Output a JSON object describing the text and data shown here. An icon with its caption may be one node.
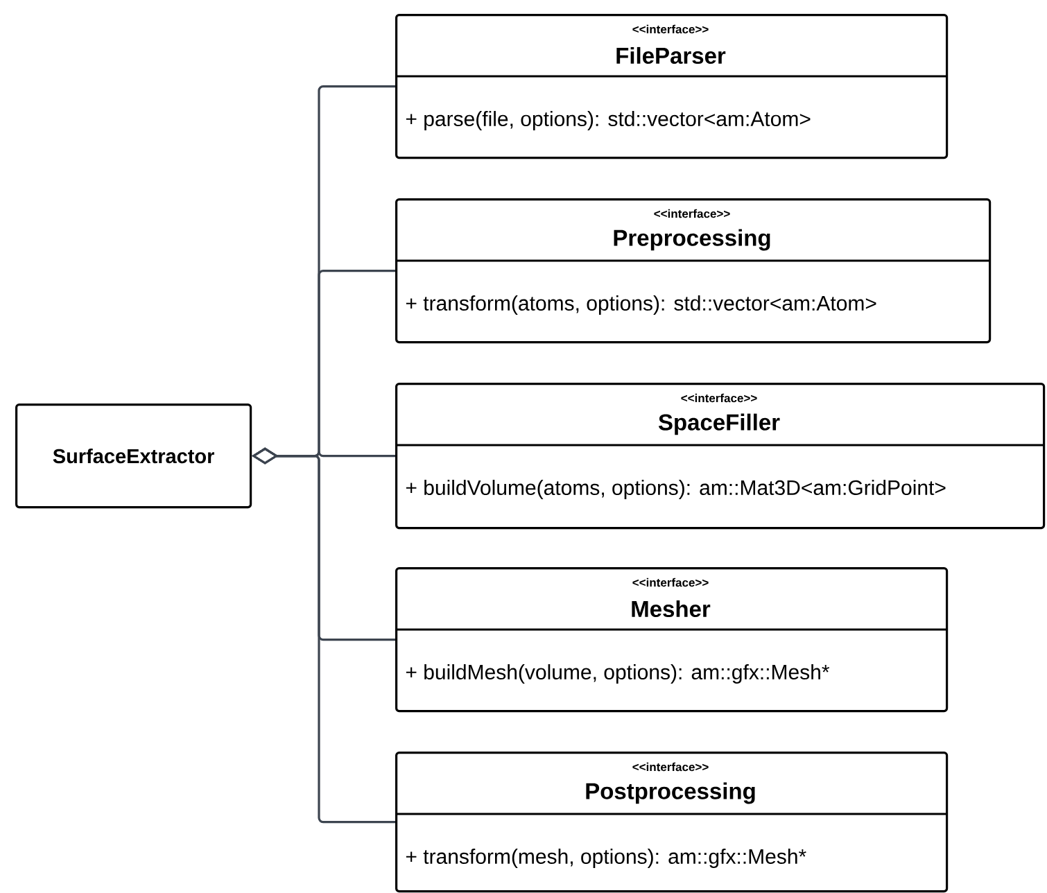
{
  "diagram": {
    "nodes": [
      {
        "text": [
          "SurfaceExtractor"
        ]
      },
      {
        "text": [
          "<<interface>>",
          "FileParser",
          "+ parse(file, options): std::vector<am:Atom>"
        ]
      },
      {
        "text": [
          "<<interface>>",
          "Preprocessing",
          "+ transform(atoms, options): std::vector<am:Atom>"
        ]
      },
      {
        "text": [
          "<<interface>>",
          "SpaceFiller",
          "+ buildVolume(atoms, options): am::Mat3D<am:GridPoint>"
        ]
      },
      {
        "text": [
          "<<interface>>",
          "Mesher",
          "+ buildMesh(volume, options): am::gfx::Mesh*"
        ]
      },
      {
        "text": [
          "<<interface>>",
          "Postprocessing",
          "+ transform(mesh, options): am::gfx::Mesh*"
        ]
      }
    ],
    "edges": [
      {
        "from": 0,
        "to": 1,
        "arrow": "other"
      },
      {
        "from": 0,
        "to": 2,
        "arrow": "other"
      },
      {
        "from": 0,
        "to": 3,
        "arrow": "other"
      },
      {
        "from": 0,
        "to": 4,
        "arrow": "other"
      },
      {
        "from": 0,
        "to": 5,
        "arrow": "other"
      }
    ]
  }
}
